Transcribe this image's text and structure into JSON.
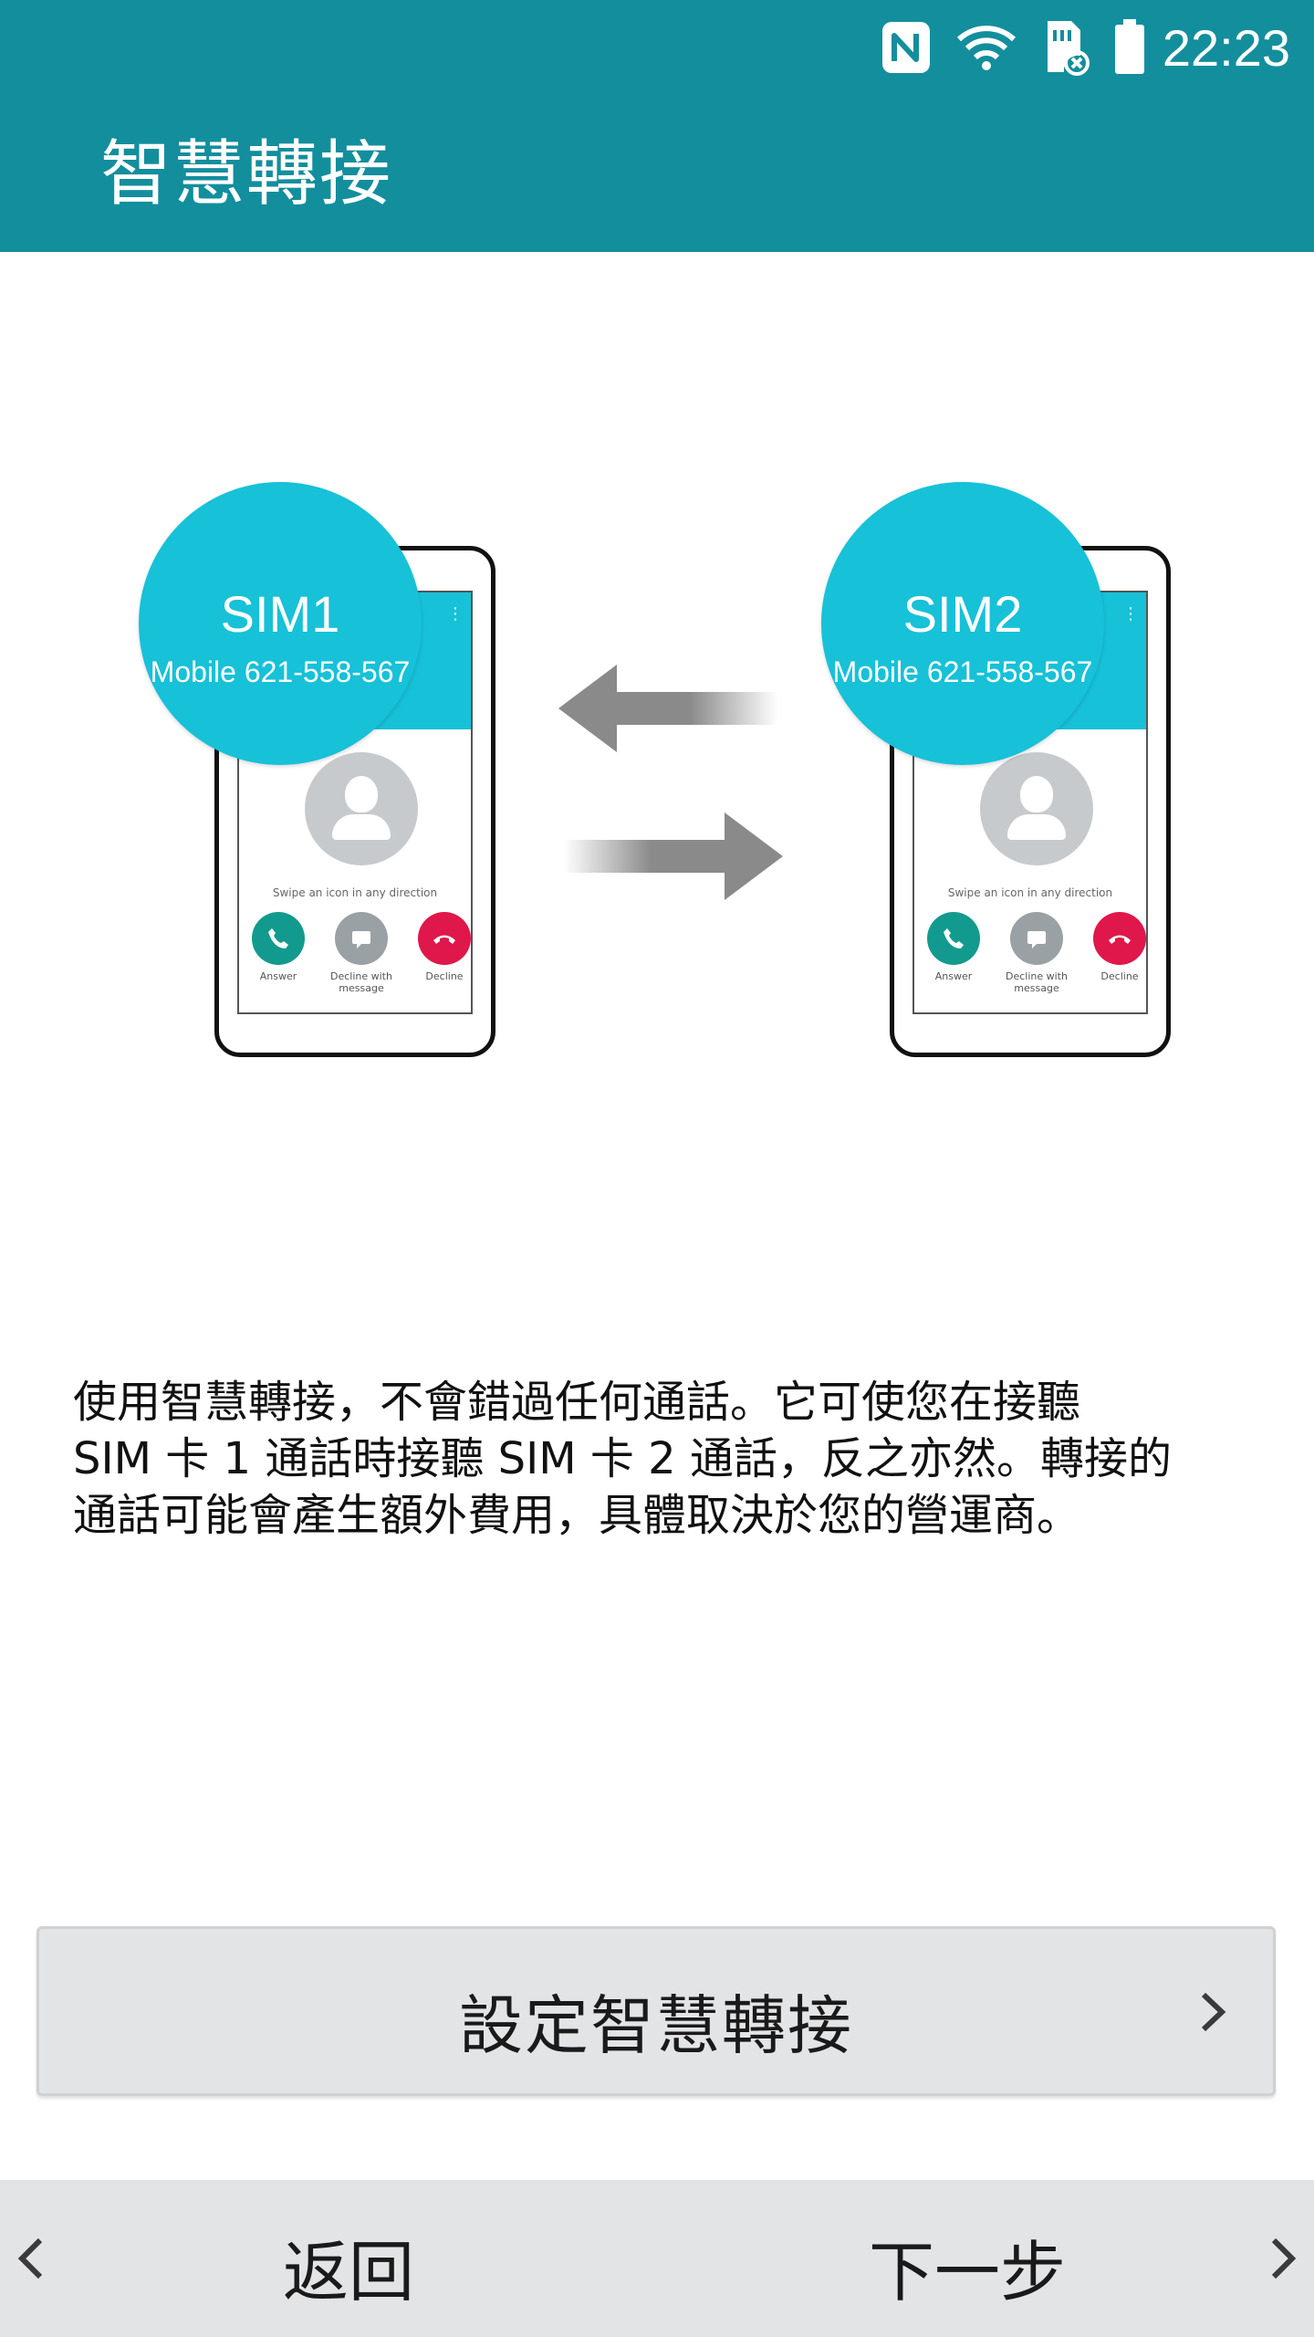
{
  "status_bar": {
    "time": "22:23",
    "icons": [
      "nfc-icon",
      "wifi-icon",
      "sim-card-missing-icon",
      "battery-icon"
    ]
  },
  "app_bar": {
    "title": "智慧轉接",
    "color": "#138e9d"
  },
  "illustration": {
    "sim1": {
      "name": "SIM1",
      "number": "Mobile 621-558-567"
    },
    "sim2": {
      "name": "SIM2",
      "number": "Mobile 621-558-567"
    },
    "phone": {
      "swipe_hint": "Swipe an icon in any direction",
      "answer_label": "Answer",
      "decline_message_label": "Decline with message",
      "decline_label": "Decline"
    },
    "accent_color": "#17c1d8"
  },
  "description": {
    "line1": "使用智慧轉接，不會錯過任何通話。它可使您在接聽",
    "line2": "SIM 卡 1 通話時接聽 SIM 卡 2 通話，反之亦然。轉接的",
    "line3": "通話可能會產生額外費用，具體取決於您的營運商。"
  },
  "setup_button": {
    "label": "設定智慧轉接"
  },
  "bottom_nav": {
    "back_label": "返回",
    "next_label": "下一步"
  }
}
